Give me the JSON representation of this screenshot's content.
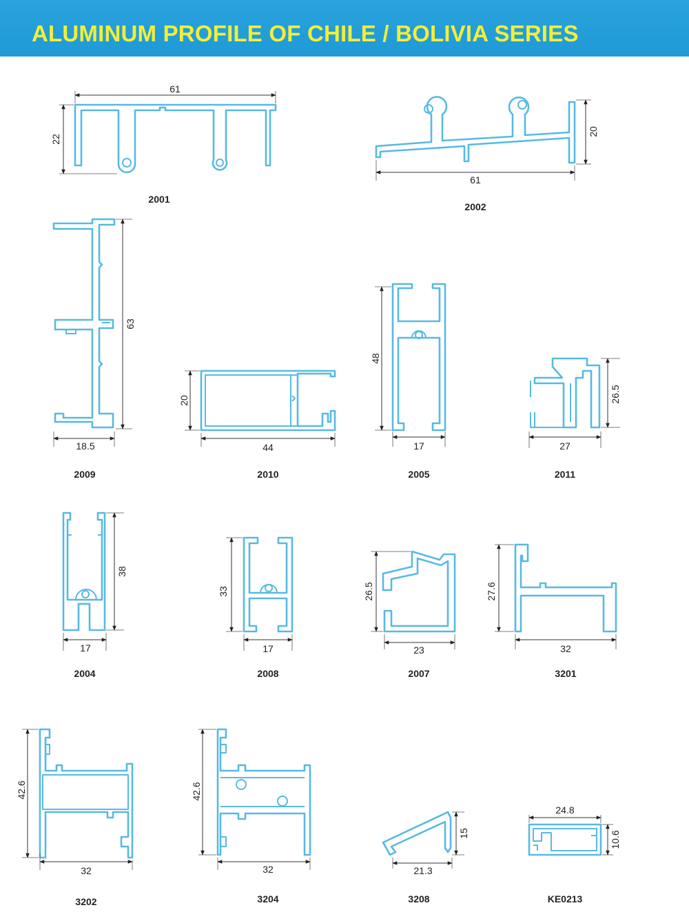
{
  "title": "ALUMINUM PROFILE OF CHILE / BOLIVIA SERIES",
  "colors": {
    "header_bg": "#1f9ad6",
    "title_text": "#f2ee3a",
    "profile_stroke": "#57b9e3"
  },
  "profiles": [
    {
      "code": "2001",
      "width": "61",
      "height": "22"
    },
    {
      "code": "2002",
      "width": "61",
      "height": "20"
    },
    {
      "code": "2009",
      "width": "18.5",
      "height": "63"
    },
    {
      "code": "2010",
      "width": "44",
      "height": "20"
    },
    {
      "code": "2005",
      "width": "17",
      "height": "48"
    },
    {
      "code": "2011",
      "width": "27",
      "height": "26.5"
    },
    {
      "code": "2004",
      "width": "17",
      "height": "38"
    },
    {
      "code": "2008",
      "width": "17",
      "height": "33"
    },
    {
      "code": "2007",
      "width": "23",
      "height": "26.5"
    },
    {
      "code": "3201",
      "width": "32",
      "height": "27.6"
    },
    {
      "code": "3202",
      "width": "32",
      "height": "42.6"
    },
    {
      "code": "3204",
      "width": "32",
      "height": "42.6"
    },
    {
      "code": "3208",
      "width": "21.3",
      "height": "15"
    },
    {
      "code": "KE0213",
      "width": "24.8",
      "height": "10.6"
    }
  ]
}
